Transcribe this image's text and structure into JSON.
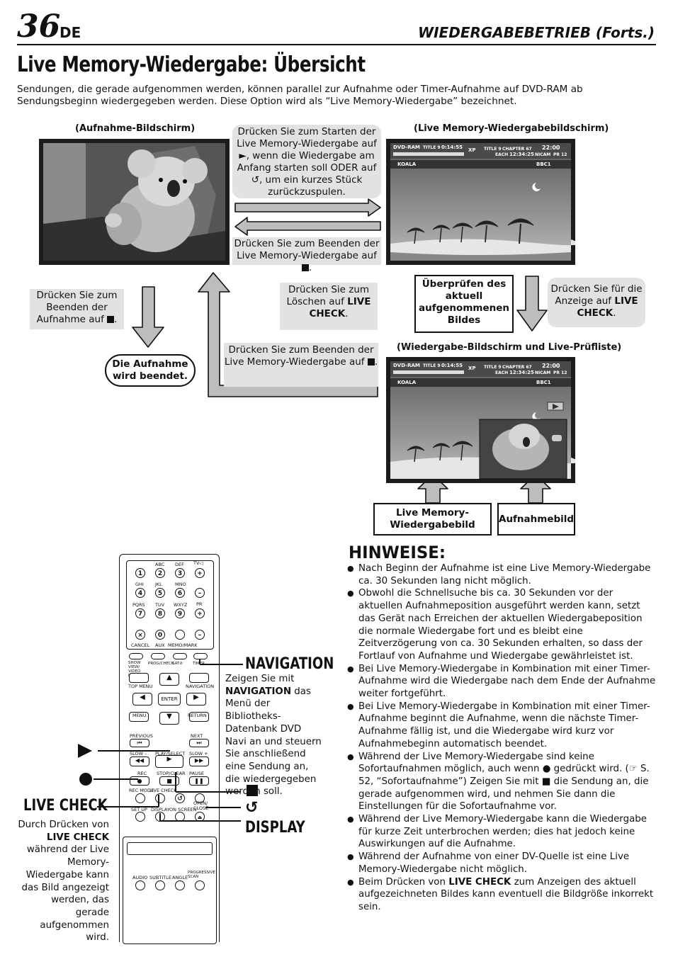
{
  "header": {
    "page_number": "36",
    "lang": "DE",
    "section": "WIEDERGABEBETRIEB (Forts.)"
  },
  "title": "Live Memory-Wiedergabe: Übersicht",
  "intro": "Sendungen, die gerade aufgenommen werden, können parallel zur Aufnahme oder Timer-Aufnahme auf DVD-RAM ab Sendungsbeginn wiedergegeben werden. Diese Option wird als “Live Memory-Wiedergabe” bezeichnet.",
  "diagram": {
    "rec_screen_label": "(Aufnahme-Bildschirm)",
    "live_screen_label": "(Live Memory-Wiedergabebildschirm)",
    "check_screen_label": "(Wiedergabe-Bildschirm und Live-Prüfliste)",
    "start_box": "Drücken Sie zum Starten der Live Memory-Wiedergabe auf ►, wenn die Wiedergabe am Anfang starten soll ODER auf ↺, um ein kurzes Stück zurückzuspulen.",
    "end_live_box": "Drücken Sie zum Beenden der Live Memory-Wiedergabe auf",
    "end_rec_box": "Drücken Sie zum Beenden der Aufnahme auf",
    "rec_ended": "Die Aufnahme wird beendet.",
    "delete_a": "Drücken Sie zum Löschen auf",
    "live_check_word": "LIVE CHECK",
    "check_current": "Überprüfen des aktuell aufgenommenen Bildes",
    "display_a": "Drücken Sie für die Anzeige auf",
    "end_live_box2": "Drücken Sie zum Beenden der Live Memory-Wiedergabe auf",
    "live_memory_picture": "Live Memory-Wiedergabebild",
    "rec_picture": "Aufnahmebild",
    "osd": {
      "dvdram": "DVD-RAM",
      "title9": "TITLE 9",
      "time1": "0:14:55",
      "xp": "XP",
      "title": "TITLE 9",
      "chapter": "CHAPTER 67",
      "each": "EACH",
      "time2": "12:34:25",
      "clock": "22:00",
      "nicam": "NICAM",
      "pr": "PR 12",
      "name": "KOALA",
      "station": "BBC1"
    }
  },
  "hinweise": {
    "title": "HINWEISE:",
    "items": [
      "Nach Beginn der Aufnahme ist eine Live Memory-Wiedergabe ca. 30 Sekunden lang nicht möglich.",
      "Obwohl die Schnellsuche bis ca. 30 Sekunden vor der aktuellen Aufnahmeposition ausgeführt werden kann, setzt das Gerät nach Erreichen der aktuellen Wiedergabeposition die normale Wiedergabe fort und es bleibt eine Zeitverzögerung von ca. 30 Sekunden erhalten, so dass der Fortlauf von Aufnahme und Wiedergabe gewährleistet ist.",
      "Bei Live Memory-Wiedergabe in Kombination mit einer Timer-Aufnahme wird die Wiedergabe nach dem Ende der Aufnahme weiter fortgeführt.",
      "Bei Live Memory-Wiedergabe in Kombination mit einer Timer-Aufnahme beginnt die Aufnahme, wenn die nächste Timer-Aufnahme fällig ist, und die Wiedergabe wird kurz vor Aufnahmebeginn automatisch beendet.",
      "Während der Live Memory-Wiedergabe sind keine Sofortaufnahmen möglich, auch wenn ● gedrückt wird. (☞ S. 52, “Sofortaufnahme”) Zeigen Sie mit ■ die Sendung an, die gerade aufgenommen wird, und nehmen Sie dann die Einstellungen für die Sofortaufnahme vor.",
      "Während der Live Memory-Wiedergabe kann die Wiedergabe für kurze Zeit unterbrochen werden; dies hat jedoch keine Auswirkungen auf die Aufnahme.",
      "Während der Aufnahme von einer DV-Quelle ist eine Live Memory-Wiedergabe nicht möglich.",
      "Beim Drücken von LIVE CHECK zum Anzeigen des aktuell aufgezeichneten Bildes kann eventuell die Bildgröße inkorrekt sein."
    ]
  },
  "remote": {
    "navigation_title": "NAVIGATION",
    "navigation_text": "Zeigen Sie mit NAVIGATION das Menü der Bibliotheks-Datenbank DVD Navi an und steuern Sie anschließend eine Sendung an, die wiedergegeben werden soll.",
    "livecheck_title": "LIVE CHECK",
    "livecheck_text": "Durch Drücken von LIVE CHECK während der Live Memory-Wiedergabe kann das Bild angezeigt werden, das gerade aufgenommen wird.",
    "display_title": "DISPLAY",
    "keys": {
      "abc": "ABC",
      "def": "DEF",
      "tv": "TV◁",
      "ghi": "GHI",
      "jkl": "JKL",
      "mno": "MNO",
      "pqrs": "PQRS",
      "tuv": "TUV",
      "wxyz": "WXYZ",
      "pr": "PR",
      "cancel": "CANCEL",
      "aux": "AUX",
      "memo": "MEMO/MARK",
      "showview": "SHOW VIEW/ VIDEO Plus+",
      "progcheck": "PROG/CHECK",
      "sat": "SAT⊘",
      "timer": "TIMER",
      "topmenu": "TOP MENU",
      "navigation": "NAVIGATION",
      "enter": "ENTER",
      "menu": "MENU",
      "return": "RETURN",
      "previous": "PREVIOUS",
      "next": "NEXT",
      "slowm": "SLOW –",
      "playselect": "PLAY/SELECT",
      "slowp": "SLOW +",
      "rec": "REC",
      "stopclear": "STOP/CLEAR",
      "pause": "PAUSE",
      "recmode": "REC MODE",
      "livecheck": "LIVE CHECK",
      "setup": "SET UP",
      "display": "DISPLAY",
      "onscreen": "ON SCREEN",
      "open": "OPEN/ CLOSE",
      "audio": "AUDIO",
      "subtitle": "SUBTITLE",
      "angle": "ANGLE",
      "progressive": "PROGRESSIVE SCAN"
    }
  }
}
